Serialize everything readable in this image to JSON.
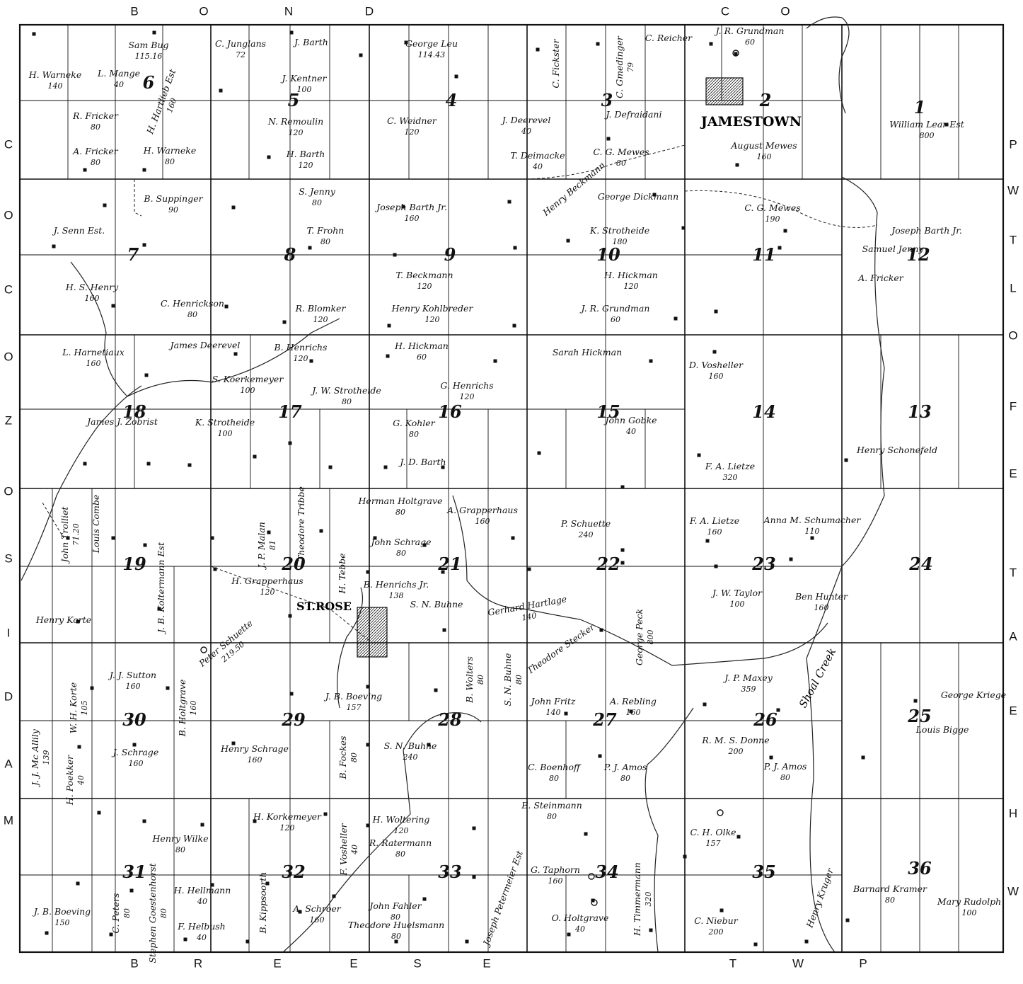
{
  "map": {
    "town_jamestown": "JAMESTOWN",
    "town_st_rose": "ST.ROSE",
    "creek_label": "Shoal Creek",
    "border_top_left": [
      "B",
      "O",
      "N",
      "D"
    ],
    "border_top_right": [
      "C",
      "O"
    ],
    "border_bottom_left": [
      "B",
      "R",
      "E",
      "E",
      "S",
      "E"
    ],
    "border_bottom_right": [
      "T",
      "W",
      "P"
    ],
    "border_left": [
      "C",
      "O",
      "C",
      "O",
      "Z",
      "O",
      "S",
      "I",
      "D",
      "A",
      "M"
    ],
    "border_right": [
      "P",
      "W",
      "T",
      "L",
      "O",
      "F",
      "E",
      "T",
      "A",
      "E",
      "H",
      "W"
    ],
    "sections": [
      {
        "n": "6"
      },
      {
        "n": "5"
      },
      {
        "n": "4"
      },
      {
        "n": "3"
      },
      {
        "n": "2"
      },
      {
        "n": "1"
      },
      {
        "n": "7"
      },
      {
        "n": "8"
      },
      {
        "n": "9"
      },
      {
        "n": "10"
      },
      {
        "n": "11"
      },
      {
        "n": "12"
      },
      {
        "n": "18"
      },
      {
        "n": "17"
      },
      {
        "n": "16"
      },
      {
        "n": "15"
      },
      {
        "n": "14"
      },
      {
        "n": "13"
      },
      {
        "n": "19"
      },
      {
        "n": "20"
      },
      {
        "n": "21"
      },
      {
        "n": "22"
      },
      {
        "n": "23"
      },
      {
        "n": "24"
      },
      {
        "n": "30"
      },
      {
        "n": "29"
      },
      {
        "n": "28"
      },
      {
        "n": "27"
      },
      {
        "n": "26"
      },
      {
        "n": "25"
      },
      {
        "n": "31"
      },
      {
        "n": "32"
      },
      {
        "n": "33"
      },
      {
        "n": "34"
      },
      {
        "n": "35"
      },
      {
        "n": "36"
      }
    ],
    "owners": [
      {
        "name": "H. Warneke",
        "acres": "140"
      },
      {
        "name": "Sam Bug",
        "acres": "115.16"
      },
      {
        "name": "C. Junglans",
        "acres": "72"
      },
      {
        "name": "J. Barth",
        "acres": ""
      },
      {
        "name": "George Leu",
        "acres": "114.43"
      },
      {
        "name": "L. Mange",
        "acres": "40"
      },
      {
        "name": "J. Kentner",
        "acres": "100"
      },
      {
        "name": "C. Fickster",
        "acres": ""
      },
      {
        "name": "C. Gmedinger",
        "acres": "79"
      },
      {
        "name": "C. Reicher",
        "acres": ""
      },
      {
        "name": "J. R. Grundman",
        "acres": "60"
      },
      {
        "name": "R. Fricker",
        "acres": "80"
      },
      {
        "name": "A. Fricker",
        "acres": "80"
      },
      {
        "name": "H. Hartlieb Est",
        "acres": "160"
      },
      {
        "name": "H. Warneke",
        "acres": "80"
      },
      {
        "name": "N. Remoulin",
        "acres": "120"
      },
      {
        "name": "H. Barth",
        "acres": "120"
      },
      {
        "name": "C. Weidner",
        "acres": "120"
      },
      {
        "name": "J. Deerevel",
        "acres": "40"
      },
      {
        "name": "T. Deimacke",
        "acres": "40"
      },
      {
        "name": "J. Defraidani",
        "acres": ""
      },
      {
        "name": "C. G. Mewes",
        "acres": "80"
      },
      {
        "name": "August Mewes",
        "acres": "160"
      },
      {
        "name": "William Lear Est",
        "acres": "800"
      },
      {
        "name": "B. Suppinger",
        "acres": "90"
      },
      {
        "name": "S. Jenny",
        "acres": "80"
      },
      {
        "name": "Joseph Barth Jr.",
        "acres": "160"
      },
      {
        "name": "Henry Beckmann",
        "acres": ""
      },
      {
        "name": "George Dickmann",
        "acres": ""
      },
      {
        "name": "C. G. Mewes",
        "acres": "190"
      },
      {
        "name": "Joseph Barth Jr.",
        "acres": ""
      },
      {
        "name": "J. Senn Est.",
        "acres": ""
      },
      {
        "name": "T. Frohn",
        "acres": "80"
      },
      {
        "name": "K. Strotheide",
        "acres": "180"
      },
      {
        "name": "Samuel Jenny",
        "acres": ""
      },
      {
        "name": "H. S. Henry",
        "acres": "160"
      },
      {
        "name": "T. Beckmann",
        "acres": "120"
      },
      {
        "name": "H. Hickman",
        "acres": "120"
      },
      {
        "name": "A. Fricker",
        "acres": ""
      },
      {
        "name": "C. Henrickson",
        "acres": "80"
      },
      {
        "name": "R. Blomker",
        "acres": "120"
      },
      {
        "name": "Henry Kohlbreder",
        "acres": "120"
      },
      {
        "name": "J. R. Grundman",
        "acres": "60"
      },
      {
        "name": "L. Harnetiaux",
        "acres": "160"
      },
      {
        "name": "James Deerevel",
        "acres": ""
      },
      {
        "name": "B. Henrichs",
        "acres": "120"
      },
      {
        "name": "H. Hickman",
        "acres": "60"
      },
      {
        "name": "Sarah Hickman",
        "acres": ""
      },
      {
        "name": "D. Vosheller",
        "acres": "160"
      },
      {
        "name": "S. Koerkemeyer",
        "acres": "100"
      },
      {
        "name": "J. W. Strotheide",
        "acres": "80"
      },
      {
        "name": "G. Henrichs",
        "acres": "120"
      },
      {
        "name": "James J. Zobrist",
        "acres": ""
      },
      {
        "name": "K. Strotheide",
        "acres": "100"
      },
      {
        "name": "G. Kohler",
        "acres": "80"
      },
      {
        "name": "John Gobke",
        "acres": "40"
      },
      {
        "name": "F. A. Lietze",
        "acres": "320"
      },
      {
        "name": "Henry Schonefeld",
        "acres": ""
      },
      {
        "name": "J. D. Barth",
        "acres": ""
      },
      {
        "name": "John Trolliet",
        "acres": "71.20"
      },
      {
        "name": "Louis Combe",
        "acres": ""
      },
      {
        "name": "Herman Holtgrave",
        "acres": "80"
      },
      {
        "name": "A. Grapperhaus",
        "acres": "160"
      },
      {
        "name": "P. Schuette",
        "acres": "240"
      },
      {
        "name": "F. A. Lietze",
        "acres": "160"
      },
      {
        "name": "Anna M. Schumacher",
        "acres": "110"
      },
      {
        "name": "J. P. Malan",
        "acres": "81"
      },
      {
        "name": "Theodore Tribbe",
        "acres": ""
      },
      {
        "name": "John Schrage",
        "acres": "80"
      },
      {
        "name": "H. Grapperhaus",
        "acres": "120"
      },
      {
        "name": "H. Tebbe",
        "acres": ""
      },
      {
        "name": "B. Henrichs Jr.",
        "acres": "138"
      },
      {
        "name": "S. N. Buhne",
        "acres": ""
      },
      {
        "name": "Gerhard Hartlage",
        "acres": "140"
      },
      {
        "name": "J. W. Taylor",
        "acres": "100"
      },
      {
        "name": "Ben Hunter",
        "acres": "160"
      },
      {
        "name": "Henry Korte",
        "acres": ""
      },
      {
        "name": "J. B. Koltermann Est",
        "acres": ""
      },
      {
        "name": "Peter Schuette",
        "acres": "219.50"
      },
      {
        "name": "Theodore Stecker",
        "acres": ""
      },
      {
        "name": "George Peck",
        "acres": "800"
      },
      {
        "name": "J. J. Sutton",
        "acres": "160"
      },
      {
        "name": "J. B. Boeving",
        "acres": "157"
      },
      {
        "name": "J. P. Maxey",
        "acres": "359"
      },
      {
        "name": "George Kriege",
        "acres": ""
      },
      {
        "name": "W. H. Korte",
        "acres": "105"
      },
      {
        "name": "B. Holtgrave",
        "acres": "160"
      },
      {
        "name": "B. Wolters",
        "acres": "80"
      },
      {
        "name": "S. N. Buhne",
        "acres": "80"
      },
      {
        "name": "John Fritz",
        "acres": "140"
      },
      {
        "name": "A. Rebling",
        "acres": "160"
      },
      {
        "name": "J. Schrage",
        "acres": "160"
      },
      {
        "name": "Henry Schrage",
        "acres": "160"
      },
      {
        "name": "B. Fockes",
        "acres": "80"
      },
      {
        "name": "S. N. Buhne",
        "acres": "240"
      },
      {
        "name": "R. M. S. Donne",
        "acres": "200"
      },
      {
        "name": "Louis Bigge",
        "acres": ""
      },
      {
        "name": "J. J. Mc Allily",
        "acres": "139"
      },
      {
        "name": "H. Poekker",
        "acres": "40"
      },
      {
        "name": "C. Boenhoff",
        "acres": "80"
      },
      {
        "name": "P. J. Amos",
        "acres": "80"
      },
      {
        "name": "P. J. Amos",
        "acres": "80"
      },
      {
        "name": "H. Korkemeyer",
        "acres": "120"
      },
      {
        "name": "H. Woltering",
        "acres": "120"
      },
      {
        "name": "E. Steinmann",
        "acres": "80"
      },
      {
        "name": "C. H. Olke",
        "acres": "157"
      },
      {
        "name": "Henry Wilke",
        "acres": "80"
      },
      {
        "name": "F. Vosheller",
        "acres": "40"
      },
      {
        "name": "R. Ratermann",
        "acres": "80"
      },
      {
        "name": "G. Taphorn",
        "acres": "160"
      },
      {
        "name": "H. Timmermann",
        "acres": "320"
      },
      {
        "name": "J. B. Boeving",
        "acres": "150"
      },
      {
        "name": "C. Peters",
        "acres": "80"
      },
      {
        "name": "Stephen Goestenhorst",
        "acres": "80"
      },
      {
        "name": "H. Hellmann",
        "acres": "40"
      },
      {
        "name": "B. Kippsoorth",
        "acres": ""
      },
      {
        "name": "John Fahler",
        "acres": "80"
      },
      {
        "name": "Joseph Petermeier Est",
        "acres": ""
      },
      {
        "name": "Henry Kruger",
        "acres": ""
      },
      {
        "name": "Barnard Kramer",
        "acres": "80"
      },
      {
        "name": "Mary Rudolph",
        "acres": "100"
      },
      {
        "name": "F. Helbush",
        "acres": "40"
      },
      {
        "name": "A. Schroer",
        "acres": "160"
      },
      {
        "name": "Theodore Huelsmann",
        "acres": "80"
      },
      {
        "name": "C. Niebur",
        "acres": "200"
      },
      {
        "name": "O. Holtgrave",
        "acres": "40"
      }
    ]
  }
}
